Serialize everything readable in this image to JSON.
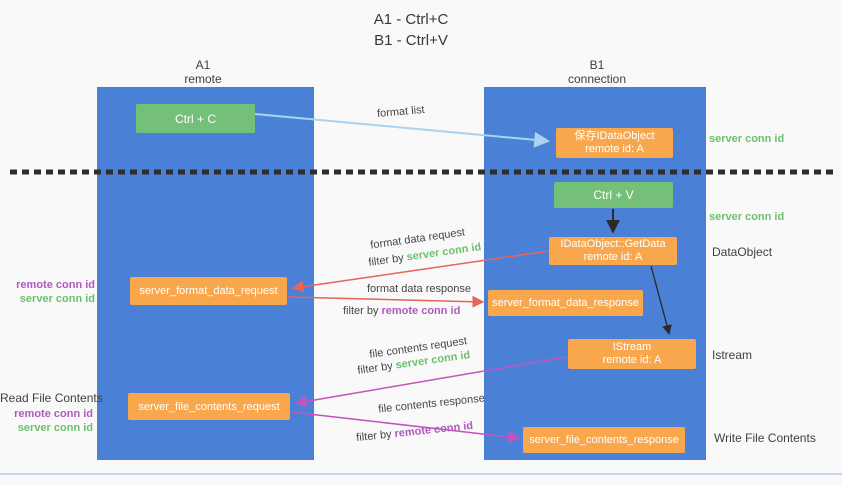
{
  "title": {
    "line1": "A1 - Ctrl+C",
    "line2": "B1 - Ctrl+V"
  },
  "columns": {
    "left": {
      "id": "A1",
      "role": "remote"
    },
    "right": {
      "id": "B1",
      "role": "connection"
    }
  },
  "nodes": {
    "ctrl_c": {
      "label": "Ctrl + C"
    },
    "ctrl_v": {
      "label": "Ctrl + V"
    },
    "save_idataobject": {
      "line1": "保存IDataObject",
      "line2": "remote id: A"
    },
    "getdata": {
      "line1": "IDataObject::GetData",
      "line2": "remote id: A"
    },
    "istream": {
      "line1": "IStream",
      "line2": "remote id: A"
    },
    "format_request": {
      "label": "server_format_data_request"
    },
    "format_response": {
      "label": "server_format_data_response"
    },
    "file_request": {
      "label": "server_file_contents_request"
    },
    "file_response": {
      "label": "server_file_contents_response"
    }
  },
  "flow_labels": {
    "format_list": "format list",
    "format_data_request": "format data request",
    "format_data_response": "format data response",
    "file_contents_request": "file contents request",
    "file_contents_response": "file contents response",
    "filter_by": "filter by",
    "server_conn_id": "server conn id",
    "remote_conn_id": "remote conn id"
  },
  "right_annotations": {
    "server_conn_id_top": "server conn id",
    "server_conn_id_mid": "server conn id",
    "dataobject": "DataObject",
    "istream": "Istream",
    "write_file_contents": "Write File Contents"
  },
  "left_annotations": {
    "remote_conn_id_top": "remote conn id",
    "server_conn_id_top": "server conn id",
    "read_file_contents": "Read File Contents",
    "remote_conn_id_bottom": "remote conn id",
    "server_conn_id_bottom": "server conn id"
  },
  "colors": {
    "column_blue": "#4a81d6",
    "node_green": "#74c078",
    "node_orange": "#f9a74d",
    "green_text": "#6dc06d",
    "purple_text": "#b05ac0",
    "red_arrow": "#e86358",
    "magenta_arrow": "#c453bd",
    "lightblue_arrow": "#a9d3f0",
    "black_arrow": "#2b2b2b",
    "background": "#f9f9f9"
  }
}
